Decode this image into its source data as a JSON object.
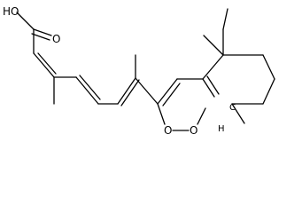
{
  "molecule": {
    "atoms": {
      "hydroxyl": "HO",
      "carbonyl_oxygen": "O",
      "ring_oxygen_1": "O",
      "ring_oxygen_2": "O",
      "ring_carbon": "C",
      "hydrogen": "H"
    }
  },
  "colors": {
    "background": "#ffffff",
    "bond": "#000000",
    "text": "#000000"
  }
}
